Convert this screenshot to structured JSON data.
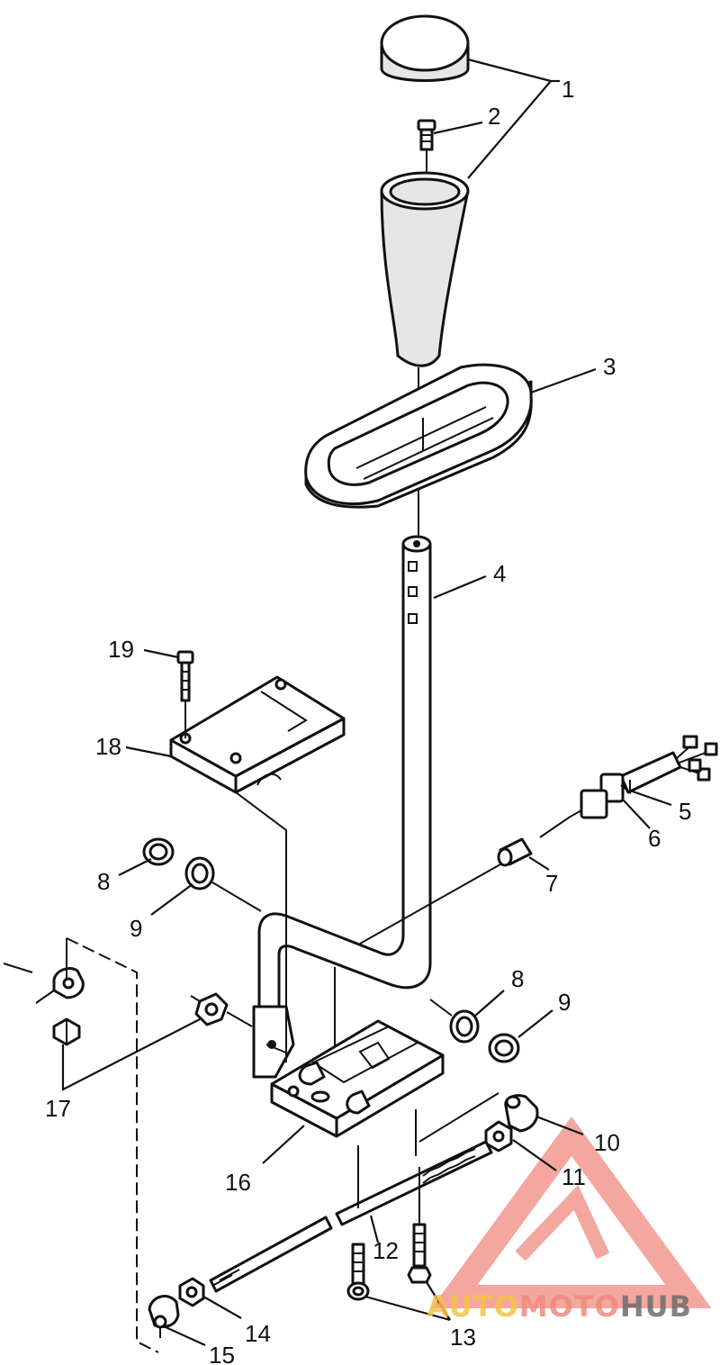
{
  "callouts": [
    "1",
    "2",
    "3",
    "4",
    "5",
    "6",
    "7",
    "8",
    "9",
    "10",
    "11",
    "12",
    "13",
    "14",
    "15",
    "16",
    "17",
    "18",
    "19",
    "8",
    "9"
  ],
  "watermark": {
    "word_a": "AUTO",
    "word_b": "MOTO",
    "word_c": "HUB",
    "color_a": "#f6c343",
    "color_b": "#f08a80",
    "color_c": "#6d6d6d"
  }
}
